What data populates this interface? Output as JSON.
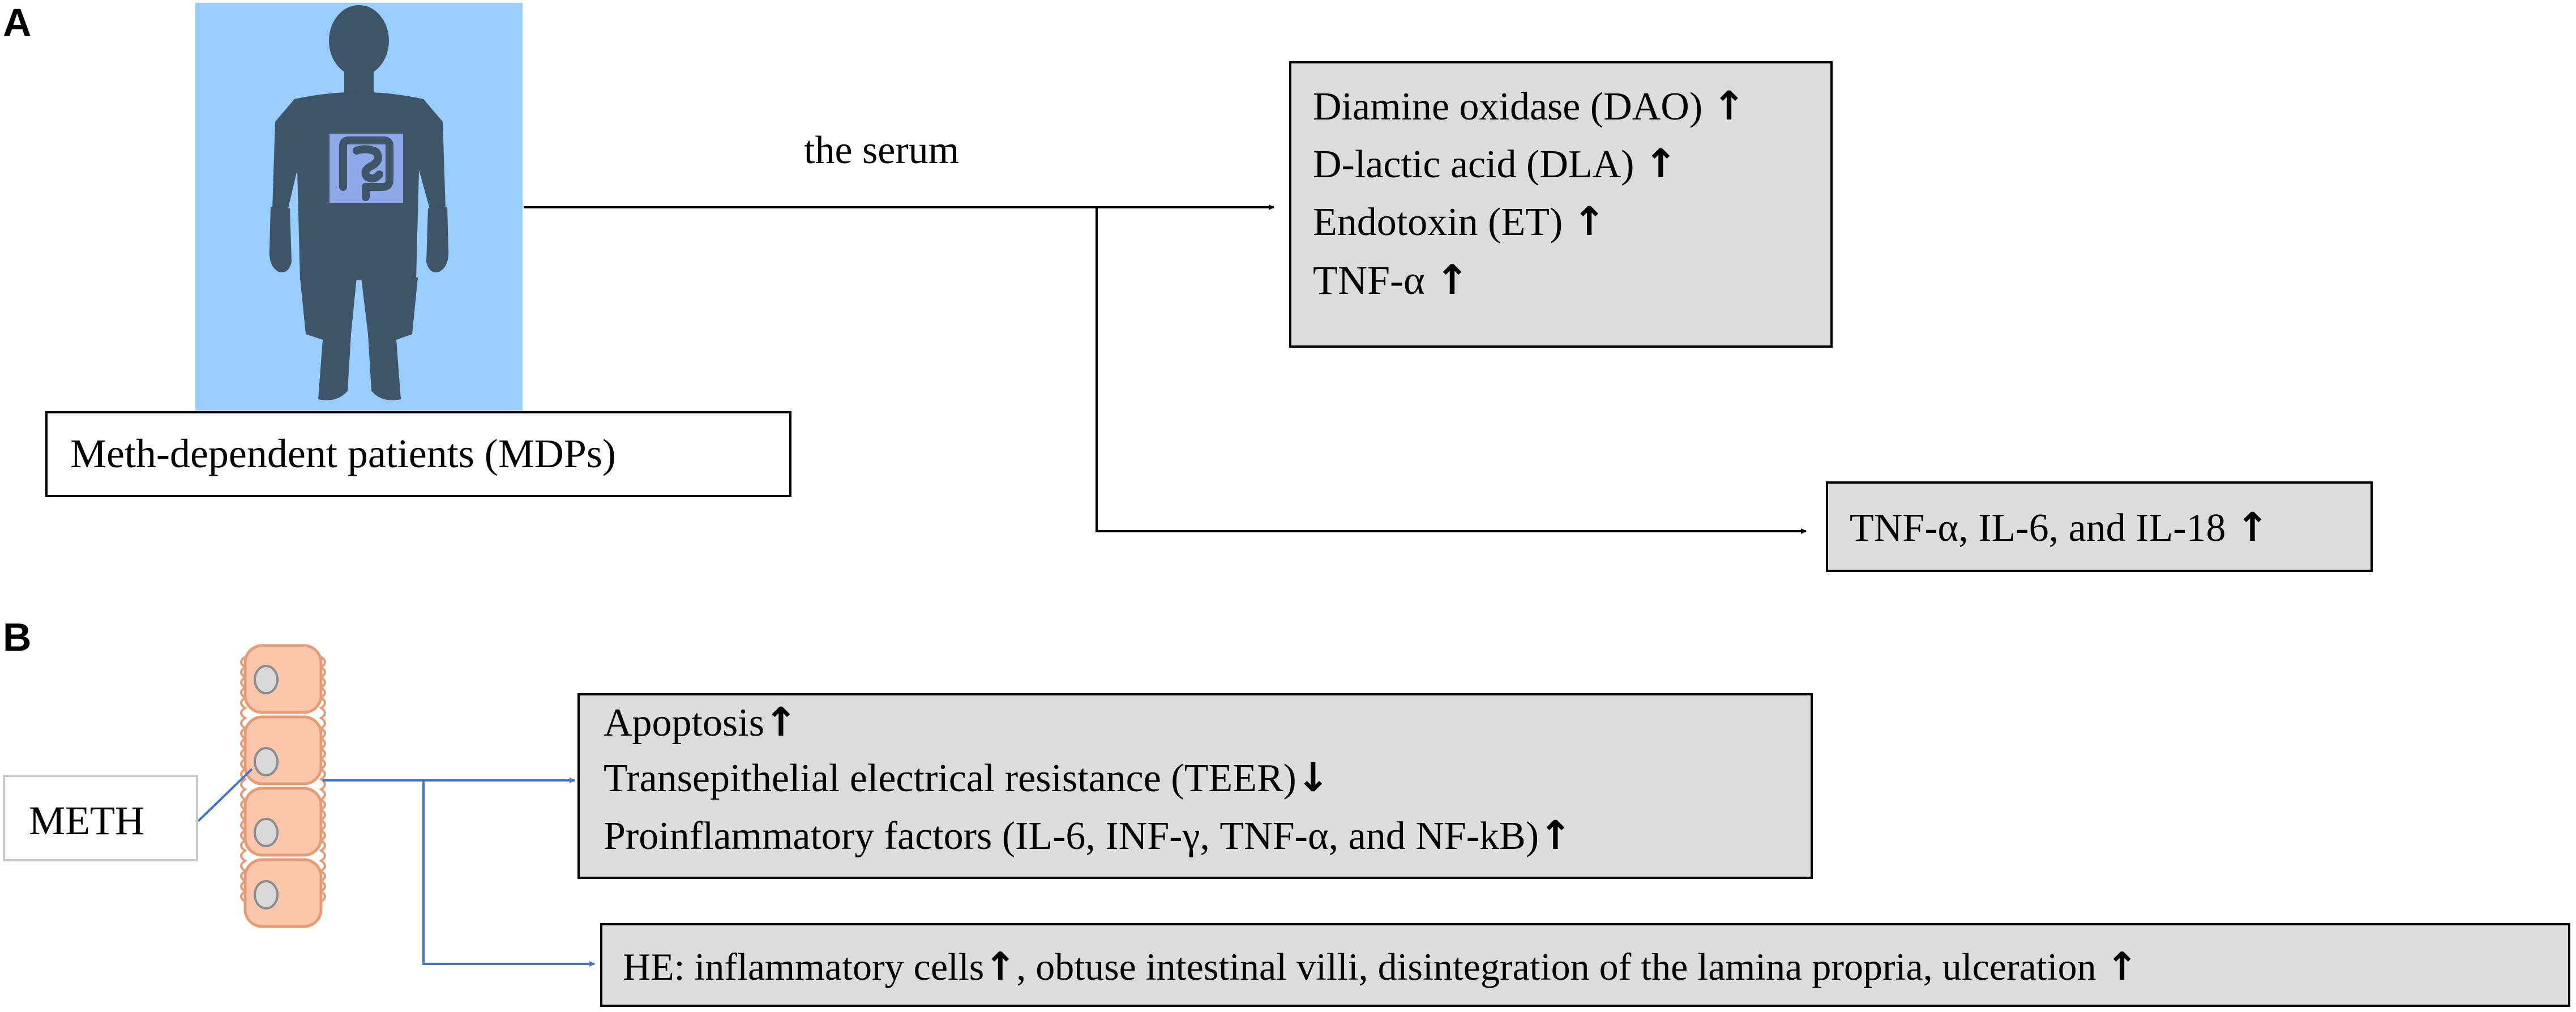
{
  "panel_a": {
    "label": "A",
    "edge_label": "the serum",
    "patient_label": "Meth-dependent patients (MDPs)",
    "top_box": [
      {
        "text": "Diamine  oxidase (DAO)",
        "direction": "up"
      },
      {
        "text": "D-lactic  acid (DLA)",
        "direction": "up"
      },
      {
        "text": "Endotoxin (ET)",
        "direction": "up"
      },
      {
        "text": "TNF-α",
        "direction": "up"
      }
    ],
    "bottom_box": {
      "text": "TNF-α, IL-6, and IL-18",
      "direction": "up"
    }
  },
  "panel_b": {
    "label": "B",
    "meth_label": "METH",
    "top_box": [
      {
        "text": "Apoptosis",
        "direction": "up"
      },
      {
        "text": "Transepithelial  electrical resistance (TEER)",
        "direction": "down"
      },
      {
        "text": "Proinflammatory  factors (IL-6,  INF-γ, TNF-α, and NF-kB)",
        "direction": "up"
      }
    ],
    "he_box": {
      "prefix": "HE:  inflammatory  cells",
      "middle": ", obtuse intestinal villi,  disintegration  of the lamina  propria,  ulceration",
      "direction": "up"
    }
  },
  "glyphs": {
    "up": "↑",
    "down": "↓"
  },
  "colors": {
    "box_fill": "#dcdcdc",
    "figure_bg": "#99ccff",
    "body_silhouette": "#3d5566",
    "intestine_window": "#8fa8e8",
    "cell_fill": "#f9c6a9",
    "cell_stroke": "#e59c76",
    "blue_arrow": "#4472c4"
  }
}
